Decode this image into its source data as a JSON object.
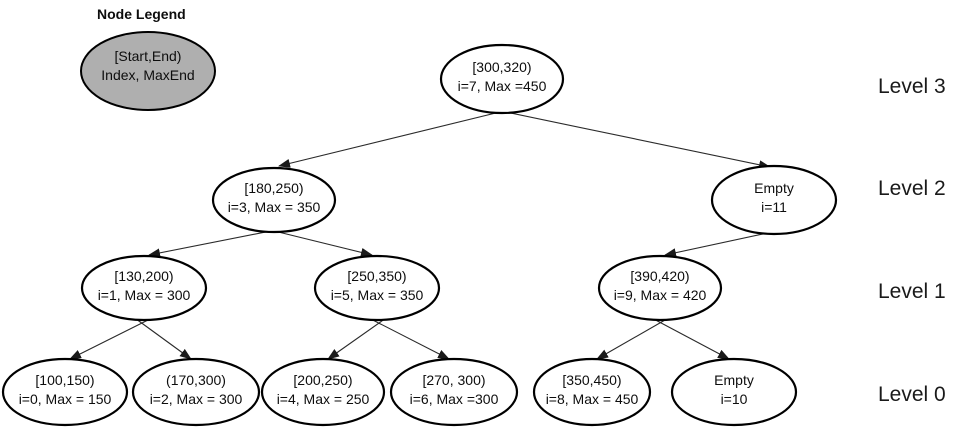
{
  "title": "Node Legend",
  "legend_node": {
    "line1": "[Start,End)",
    "line2": "Index, MaxEnd",
    "fill_color": "#afafaf"
  },
  "levels": [
    "Level 3",
    "Level 2",
    "Level 1",
    "Level 0"
  ],
  "nodes": {
    "i7": {
      "level": 3,
      "line1": "[300,320)",
      "line2": "i=7, Max =450"
    },
    "i3": {
      "level": 2,
      "line1": "[180,250)",
      "line2": "i=3, Max = 350"
    },
    "i11": {
      "level": 2,
      "line1": "Empty",
      "line2": "i=11"
    },
    "i1": {
      "level": 1,
      "line1": "[130,200)",
      "line2": "i=1, Max = 300"
    },
    "i5": {
      "level": 1,
      "line1": "[250,350)",
      "line2": "i=5, Max = 350"
    },
    "i9": {
      "level": 1,
      "line1": "[390,420)",
      "line2": "i=9, Max = 420"
    },
    "i0": {
      "level": 0,
      "line1": "[100,150)",
      "line2": "i=0, Max = 150"
    },
    "i2": {
      "level": 0,
      "line1": "(170,300)",
      "line2": "i=2, Max = 300"
    },
    "i4": {
      "level": 0,
      "line1": "[200,250)",
      "line2": "i=4, Max = 250"
    },
    "i6": {
      "level": 0,
      "line1": "[270, 300)",
      "line2": "i=6, Max =300"
    },
    "i8": {
      "level": 0,
      "line1": "[350,450)",
      "line2": "i=8, Max = 450"
    },
    "i10": {
      "level": 0,
      "line1": "Empty",
      "line2": "i=10"
    }
  },
  "edges": [
    {
      "from": "i=7",
      "to": "i=3"
    },
    {
      "from": "i=7",
      "to": "i=11"
    },
    {
      "from": "i=3",
      "to": "i=1"
    },
    {
      "from": "i=3",
      "to": "i=5"
    },
    {
      "from": "i=11",
      "to": "i=9"
    },
    {
      "from": "i=1",
      "to": "i=0"
    },
    {
      "from": "i=1",
      "to": "i=2"
    },
    {
      "from": "i=5",
      "to": "i=4"
    },
    {
      "from": "i=5",
      "to": "i=6"
    },
    {
      "from": "i=9",
      "to": "i=8"
    },
    {
      "from": "i=9",
      "to": "i=10"
    }
  ],
  "colors": {
    "background": "#ffffff",
    "node_fill": "#ffffff",
    "legend_fill": "#afafaf",
    "stroke": "#000000"
  }
}
